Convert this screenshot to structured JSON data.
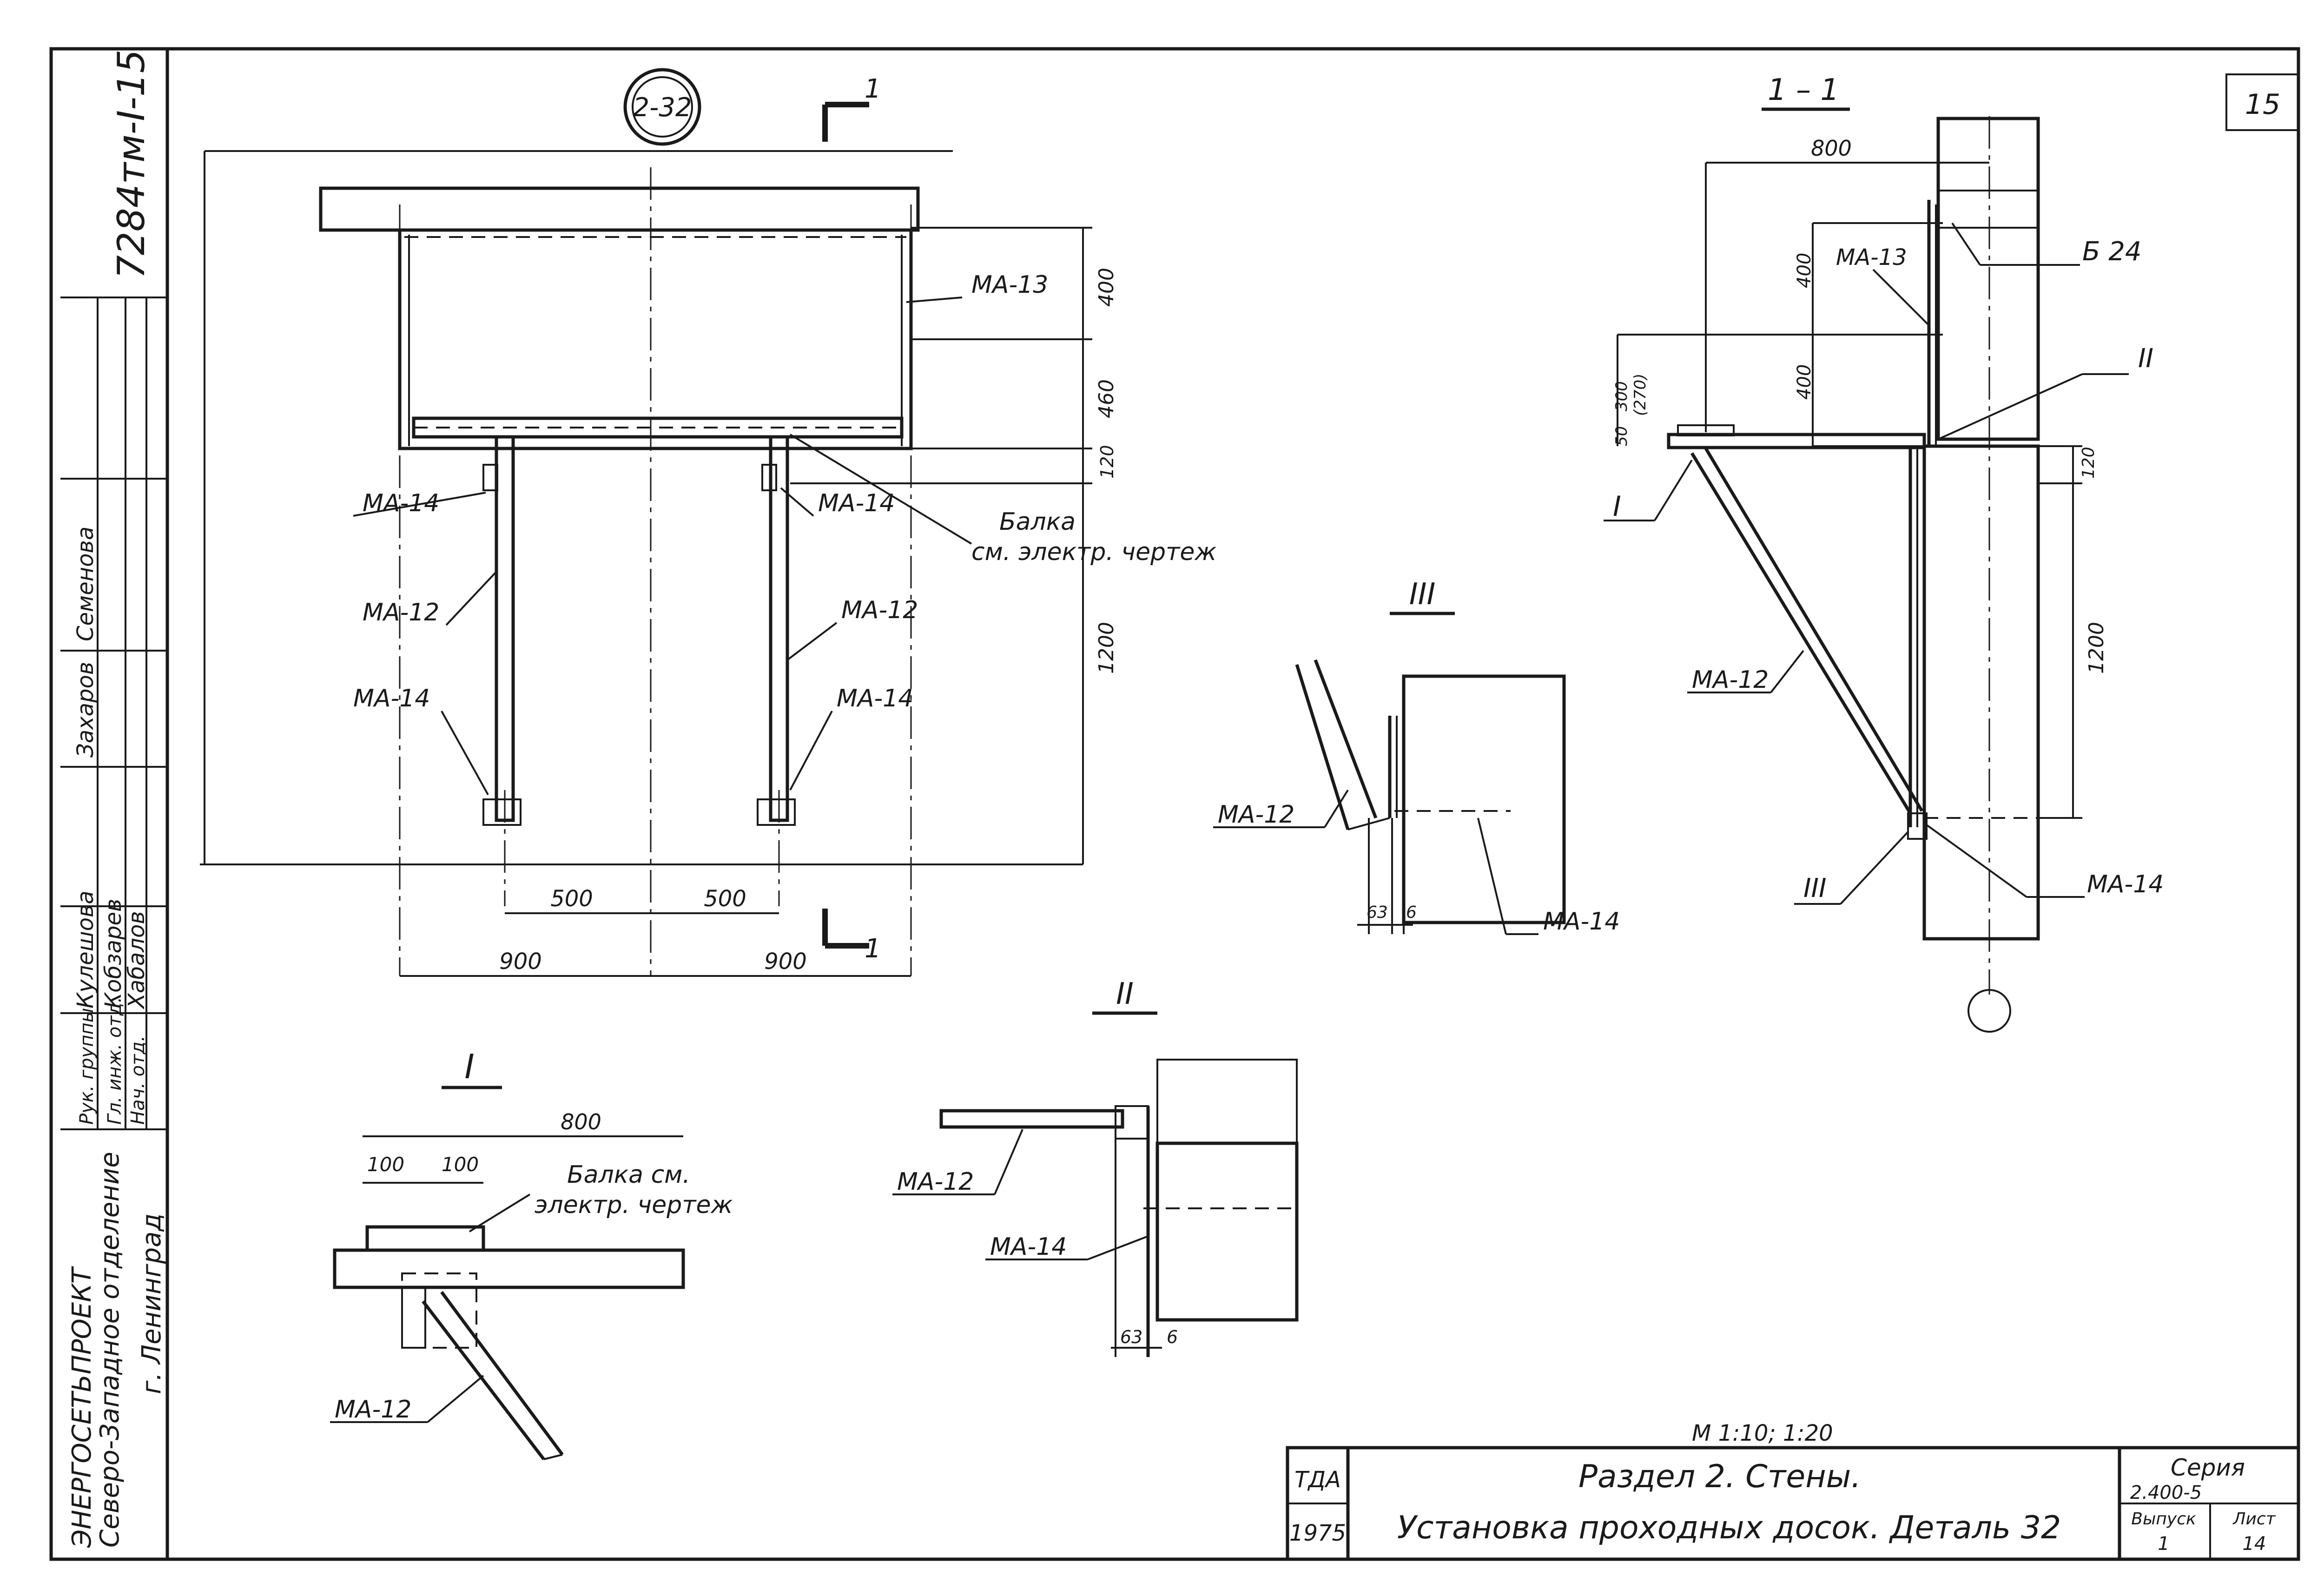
{
  "sheet_number": "15",
  "archive_number": "7284тм-I-15",
  "detail_marker": "2-32",
  "cut_mark": "1",
  "section_title": "1 – 1",
  "detail_titles": {
    "I": "I",
    "II": "II",
    "III": "III"
  },
  "labels": {
    "ma13": "МА-13",
    "ma14": "МА-14",
    "ma12": "МА-12",
    "beam_line1": "Балка",
    "beam_line2": "см. электр. чертеж",
    "beam_I_line1": "Балка см.",
    "beam_I_line2": "электр. чертеж",
    "b24": "Б 24",
    "mark_I": "I",
    "mark_II": "II",
    "mark_III": "III"
  },
  "dimensions": {
    "d400": "400",
    "d460": "460",
    "d120": "120",
    "d1200": "1200",
    "d500": "500",
    "d900": "900",
    "d800": "800",
    "d300": "300",
    "d270": "(270)",
    "d50": "50",
    "d100": "100",
    "d63": "63",
    "d6": "6"
  },
  "side_stamp": {
    "org1": "ЭНЕРГОСЕТЬПРОЕКТ",
    "org2": "Северо-Западное отделение",
    "city": "г. Ленинград",
    "roles": [
      "Рук. группы",
      "Гл. инж. отд.",
      "Нач. отд."
    ],
    "names": [
      "Кулешова",
      "Кобзарев",
      "Хабалов"
    ],
    "extra_names": [
      "Семенова",
      "Захаров"
    ]
  },
  "title_block": {
    "scale": "М 1:10; 1:20",
    "org": "ТДА",
    "year": "1975",
    "line1": "Раздел 2. Стены.",
    "line2": "Установка проходных досок. Деталь 32",
    "series_label": "Серия",
    "series": "2.400-5",
    "issue_label": "Выпуск",
    "issue": "1",
    "sheet_label": "Лист",
    "sheet": "14"
  }
}
